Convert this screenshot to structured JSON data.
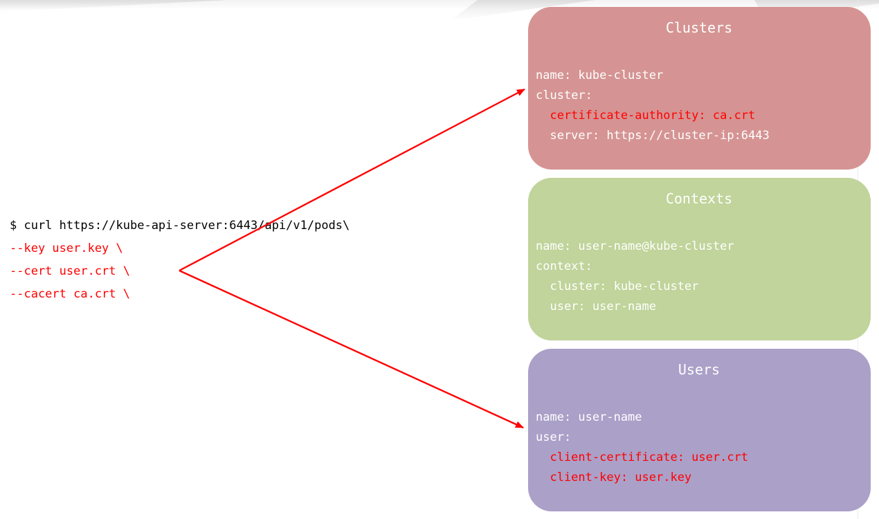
{
  "terminal": {
    "lines": [
      {
        "text": "$ curl https://kube-api-server:6443/api/v1/pods\\",
        "color": "#000000"
      },
      {
        "text": "--key user.key \\",
        "color": "#ff0000"
      },
      {
        "text": "--cert user.crt \\",
        "color": "#ff0000"
      },
      {
        "text": "--cacert ca.crt \\",
        "color": "#ff0000"
      }
    ]
  },
  "boxes": [
    {
      "id": "clusters",
      "title": "Clusters",
      "bg": "#d59493",
      "lines": [
        {
          "text": "name: kube-cluster",
          "color": "#ffffff"
        },
        {
          "text": "cluster:",
          "color": "#ffffff"
        },
        {
          "text": "  certificate-authority: ca.crt",
          "color": "#ff0000"
        },
        {
          "text": "  server: https://cluster-ip:6443",
          "color": "#ffffff"
        }
      ]
    },
    {
      "id": "contexts",
      "title": "Contexts",
      "bg": "#c0d49b",
      "lines": [
        {
          "text": "name: user-name@kube-cluster",
          "color": "#ffffff"
        },
        {
          "text": "context:",
          "color": "#ffffff"
        },
        {
          "text": "  cluster: kube-cluster",
          "color": "#ffffff"
        },
        {
          "text": "  user: user-name",
          "color": "#ffffff"
        }
      ]
    },
    {
      "id": "users",
      "title": "Users",
      "bg": "#aba0c8",
      "lines": [
        {
          "text": "name: user-name",
          "color": "#ffffff"
        },
        {
          "text": "user:",
          "color": "#ffffff"
        },
        {
          "text": "  client-certificate: user.crt",
          "color": "#ff0000"
        },
        {
          "text": "  client-key: user.key",
          "color": "#ff0000"
        }
      ]
    }
  ],
  "arrows": [
    {
      "from": "curl-cert-flags",
      "to": "clusters-box"
    },
    {
      "from": "curl-cert-flags",
      "to": "users-box"
    }
  ],
  "colors": {
    "arrow": "#ff0000",
    "background": "#ffffff"
  }
}
